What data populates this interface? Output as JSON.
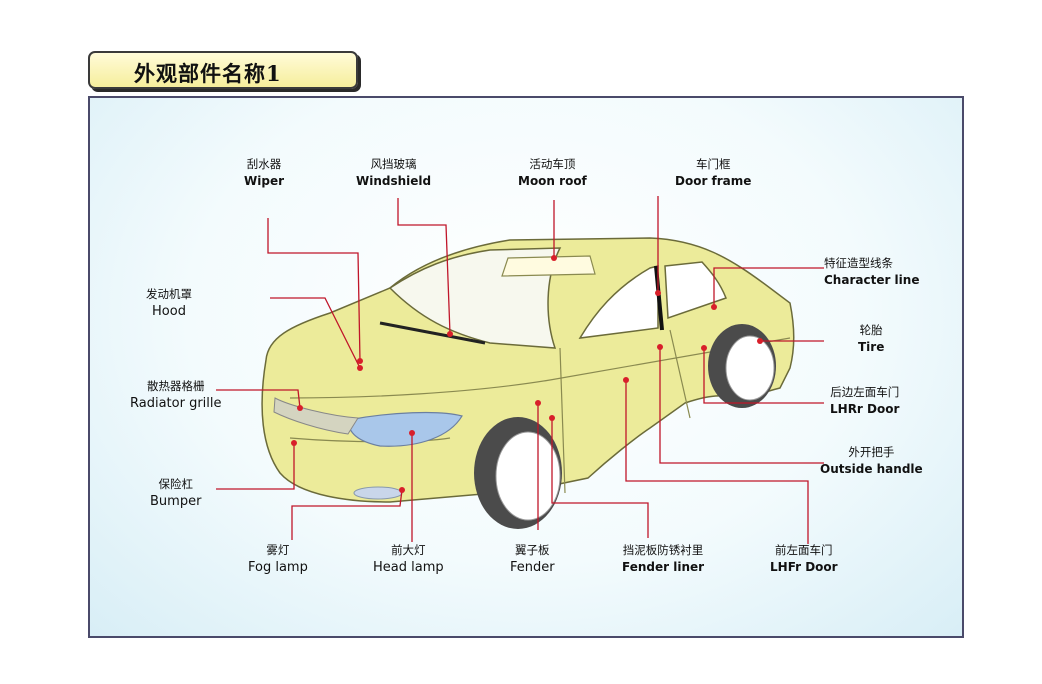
{
  "title": "外观部件名称1",
  "colors": {
    "car_body": "#eceb9a",
    "leader": "#c0162a",
    "dot": "#d81f2a",
    "title_bg": "#f6ee9c"
  },
  "labels": {
    "wiper": {
      "cn": "刮水器",
      "en": "Wiper"
    },
    "windshield": {
      "cn": "风挡玻璃",
      "en": "Windshield"
    },
    "moon_roof": {
      "cn": "活动车顶",
      "en": "Moon roof"
    },
    "door_frame": {
      "cn": "车门框",
      "en": "Door frame"
    },
    "character_line": {
      "cn": "特征造型线条",
      "en": "Character line"
    },
    "hood": {
      "cn": "发动机罩",
      "en": "Hood"
    },
    "tire": {
      "cn": "轮胎",
      "en": "Tire"
    },
    "radiator_grille": {
      "cn": "散热器格栅",
      "en": "Radiator grille"
    },
    "lhrr_door": {
      "cn": "后边左面车门",
      "en": "LHRr Door"
    },
    "outside_handle": {
      "cn": "外开把手",
      "en": "Outside handle"
    },
    "bumper": {
      "cn": "保险杠",
      "en": "Bumper"
    },
    "fog_lamp": {
      "cn": "雾灯",
      "en": "Fog lamp"
    },
    "head_lamp": {
      "cn": "前大灯",
      "en": "Head lamp"
    },
    "fender": {
      "cn": "翼子板",
      "en": "Fender"
    },
    "fender_liner": {
      "cn": "挡泥板防锈衬里",
      "en": "Fender liner"
    },
    "lhfr_door": {
      "cn": "前左面车门",
      "en": "LHFr Door"
    }
  }
}
